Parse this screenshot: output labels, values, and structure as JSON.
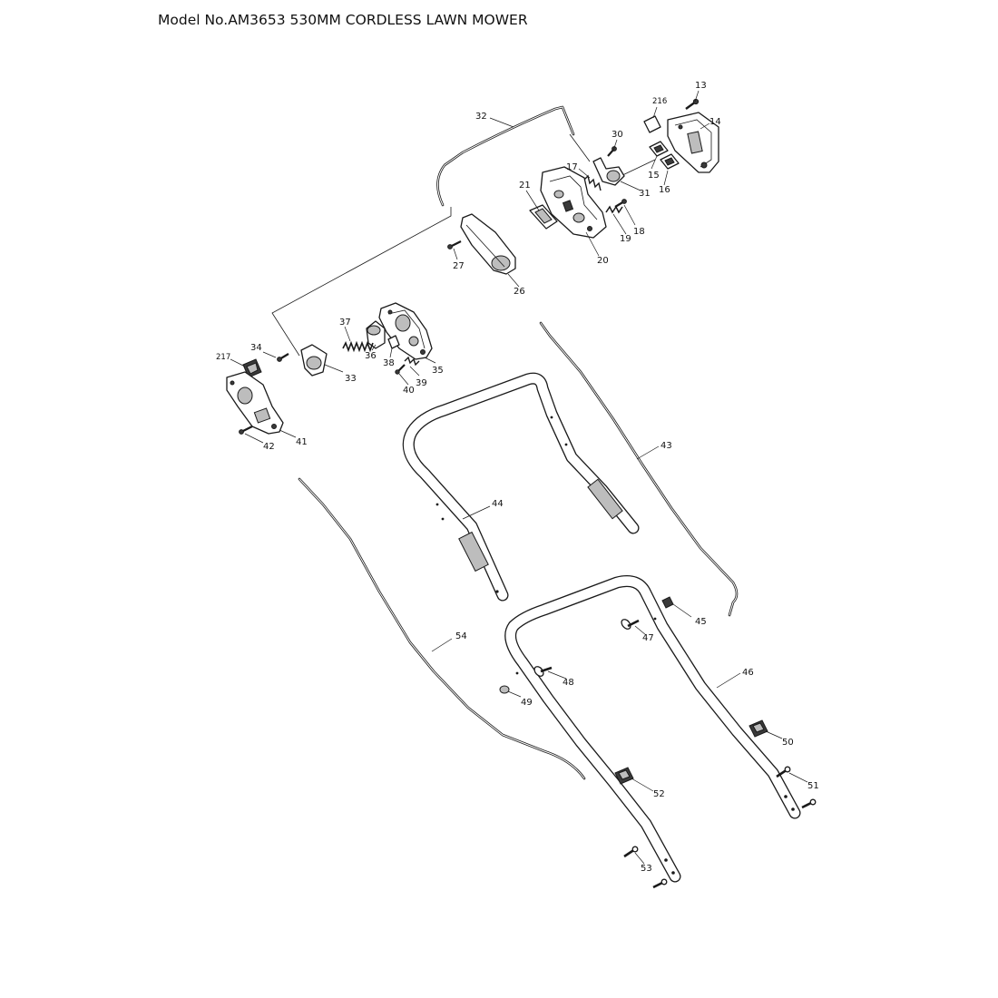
{
  "title": "Model No.AM3653 530MM CORDLESS LAWN MOWER",
  "parts": {
    "p13": "13",
    "p14": "14",
    "p15": "15",
    "p16": "16",
    "p17": "17",
    "p18": "18",
    "p19": "19",
    "p20": "20",
    "p21": "21",
    "p26": "26",
    "p27": "27",
    "p30": "30",
    "p31": "31",
    "p32": "32",
    "p33": "33",
    "p34": "34",
    "p35": "35",
    "p36": "36",
    "p37": "37",
    "p38": "38",
    "p39": "39",
    "p40": "40",
    "p41": "41",
    "p42": "42",
    "p43": "43",
    "p44": "44",
    "p45": "45",
    "p46": "46",
    "p47": "47",
    "p48": "48",
    "p49": "49",
    "p50": "50",
    "p51": "51",
    "p52": "52",
    "p53": "53",
    "p54": "54",
    "p216": "216",
    "p217": "217"
  }
}
